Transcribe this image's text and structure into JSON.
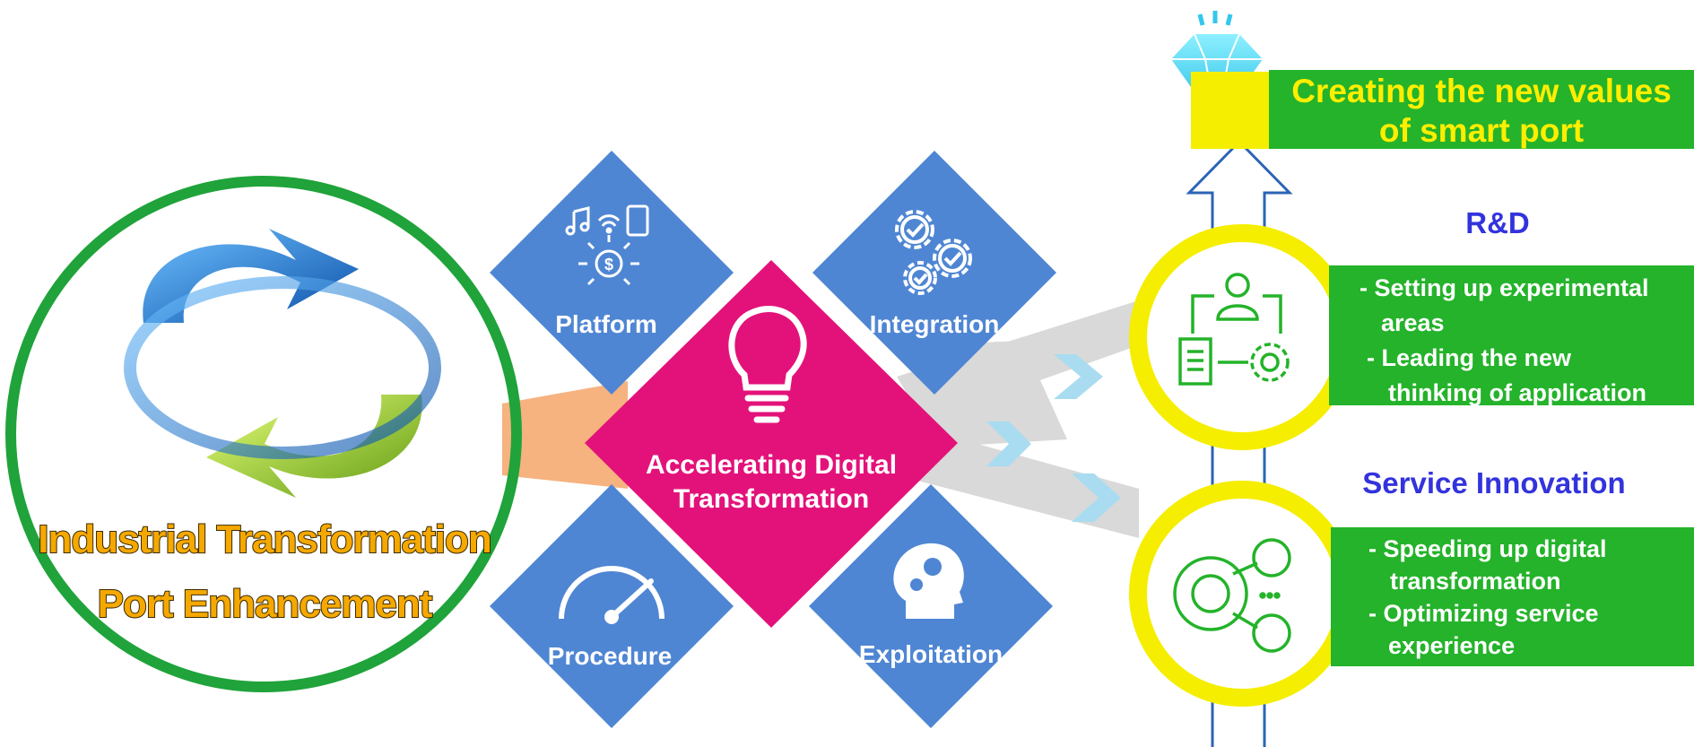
{
  "left": {
    "caption_line1": "Industrial Transformation",
    "caption_line2": "Port Enhancement",
    "icon": "circular-arrows-icon"
  },
  "center": {
    "label_line1": "Accelerating Digital",
    "label_line2": "Transformation",
    "icon": "lightbulb-icon",
    "diamonds": [
      {
        "label": "Platform",
        "icon": "platform-services-icon"
      },
      {
        "label": "Integration",
        "icon": "gears-check-icon"
      },
      {
        "label": "Procedure",
        "icon": "speedometer-icon"
      },
      {
        "label": "Exploitation",
        "icon": "head-gears-icon"
      }
    ]
  },
  "right": {
    "goal_line1": "Creating the new values",
    "goal_line2": "of smart port",
    "goal_icon": "diamond-gem-icon",
    "rd": {
      "title": "R&D",
      "icon": "research-process-icon",
      "lines": [
        "- Setting up experimental",
        "areas",
        "-  Leading the new",
        "thinking of application"
      ]
    },
    "service": {
      "title": "Service Innovation",
      "icon": "network-people-icon",
      "lines": [
        "- Speeding up digital",
        "transformation",
        "- Optimizing service",
        "experience"
      ]
    }
  },
  "colors": {
    "green": "#24b32a",
    "yellow": "#f5ee00",
    "diamond_blue": "#4f86d3",
    "center_pink": "#e3127a",
    "title_blue": "#3333dd",
    "caption_orange": "#f5a800",
    "connector_orange": "#f6b27f",
    "connector_gray": "#d9d9d9",
    "chevron_blue": "#a9dcf0"
  }
}
